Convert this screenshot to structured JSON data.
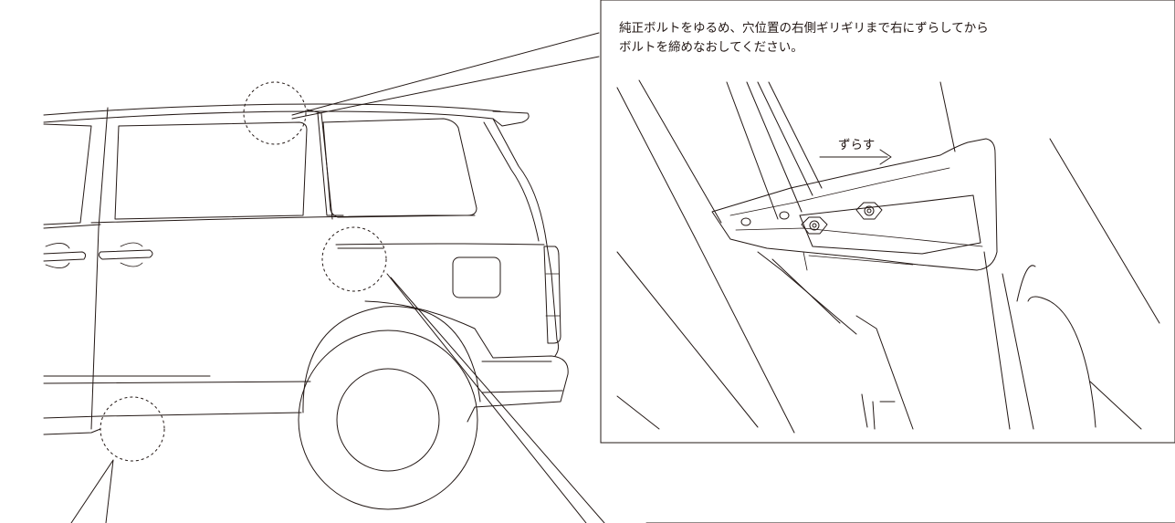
{
  "instruction": {
    "line1": "純正ボルトをゆるめ、穴位置の右側ギリギリまで右にずらしてから",
    "line2": "ボルトを締めなおしてください。"
  },
  "arrow_label": "ずらす"
}
